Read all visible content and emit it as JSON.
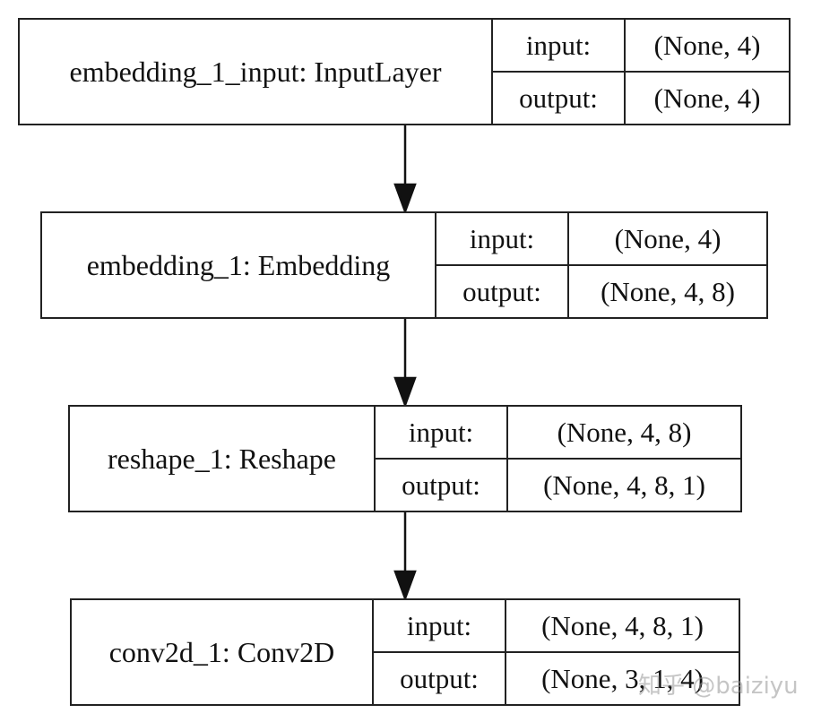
{
  "layers": [
    {
      "name": "embedding_1_input: InputLayer",
      "input_label": "input:",
      "output_label": "output:",
      "input_shape": "(None, 4)",
      "output_shape": "(None, 4)"
    },
    {
      "name": "embedding_1: Embedding",
      "input_label": "input:",
      "output_label": "output:",
      "input_shape": "(None, 4)",
      "output_shape": "(None, 4, 8)"
    },
    {
      "name": "reshape_1: Reshape",
      "input_label": "input:",
      "output_label": "output:",
      "input_shape": "(None, 4, 8)",
      "output_shape": "(None, 4, 8, 1)"
    },
    {
      "name": "conv2d_1: Conv2D",
      "input_label": "input:",
      "output_label": "output:",
      "input_shape": "(None, 4, 8, 1)",
      "output_shape": "(None, 3, 1, 4)"
    }
  ],
  "watermark": "知乎 @baiziyu"
}
